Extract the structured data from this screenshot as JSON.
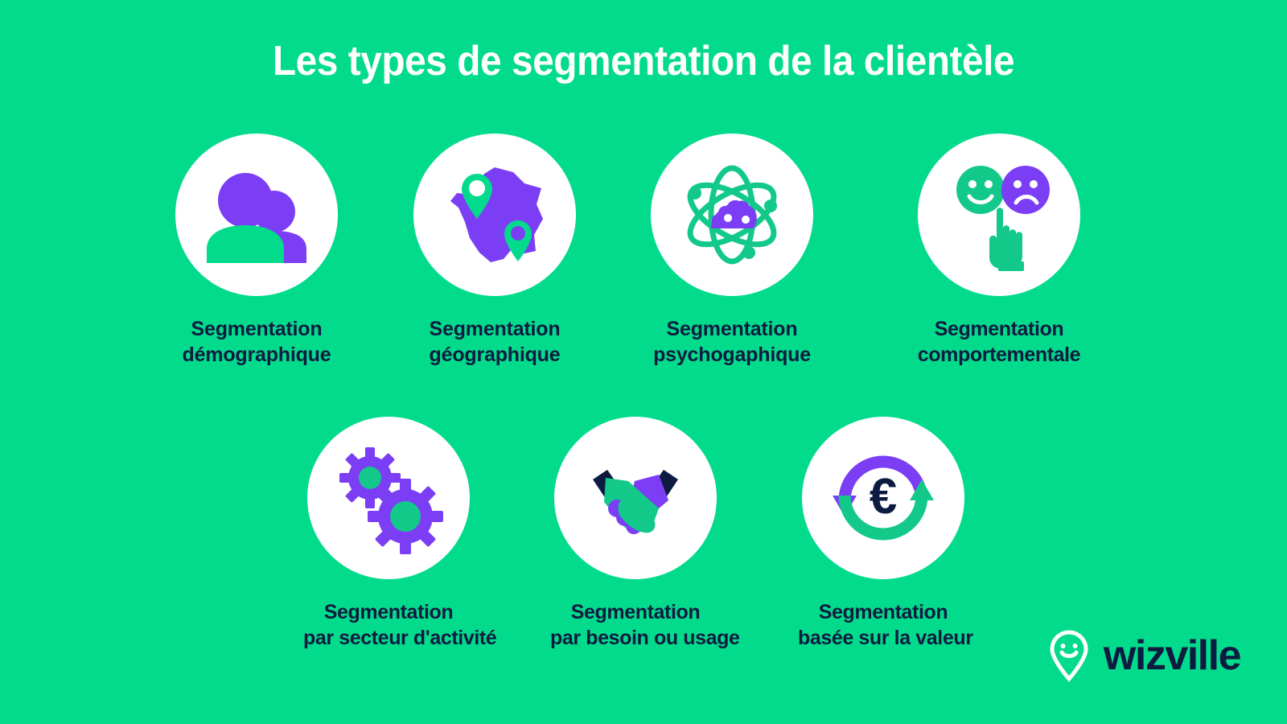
{
  "title": "Les types de segmentation de la clientèle",
  "colors": {
    "background_green": "#03DB8C",
    "accent_purple": "#7B3EF5",
    "text_navy": "#0D1B40",
    "circle_white": "#FFFFFF"
  },
  "cards": [
    {
      "id": "demographique",
      "icon": "two-people-icon",
      "line1": "Segmentation",
      "line2": "démographique"
    },
    {
      "id": "geographique",
      "icon": "france-map-pins-icon",
      "line1": "Segmentation",
      "line2": "géographique"
    },
    {
      "id": "psychographique",
      "icon": "atom-brain-icon",
      "line1": "Segmentation",
      "line2": "psychogaphique"
    },
    {
      "id": "comportementale",
      "icon": "smiley-sad-face-pointing-hand-icon",
      "line1": "Segmentation",
      "line2": "comportementale"
    },
    {
      "id": "secteur",
      "icon": "gears-icon",
      "line1": "Segmentation",
      "line2": "par secteur d'activité"
    },
    {
      "id": "besoin",
      "icon": "handshake-icon",
      "line1": "Segmentation",
      "line2": "par besoin ou usage"
    },
    {
      "id": "valeur",
      "icon": "euro-refresh-arrows-icon",
      "line1": "Segmentation",
      "line2": "basée sur la valeur"
    }
  ],
  "logo": {
    "icon": "wizville-smiley-pin-icon",
    "wordmark": "wizville"
  }
}
